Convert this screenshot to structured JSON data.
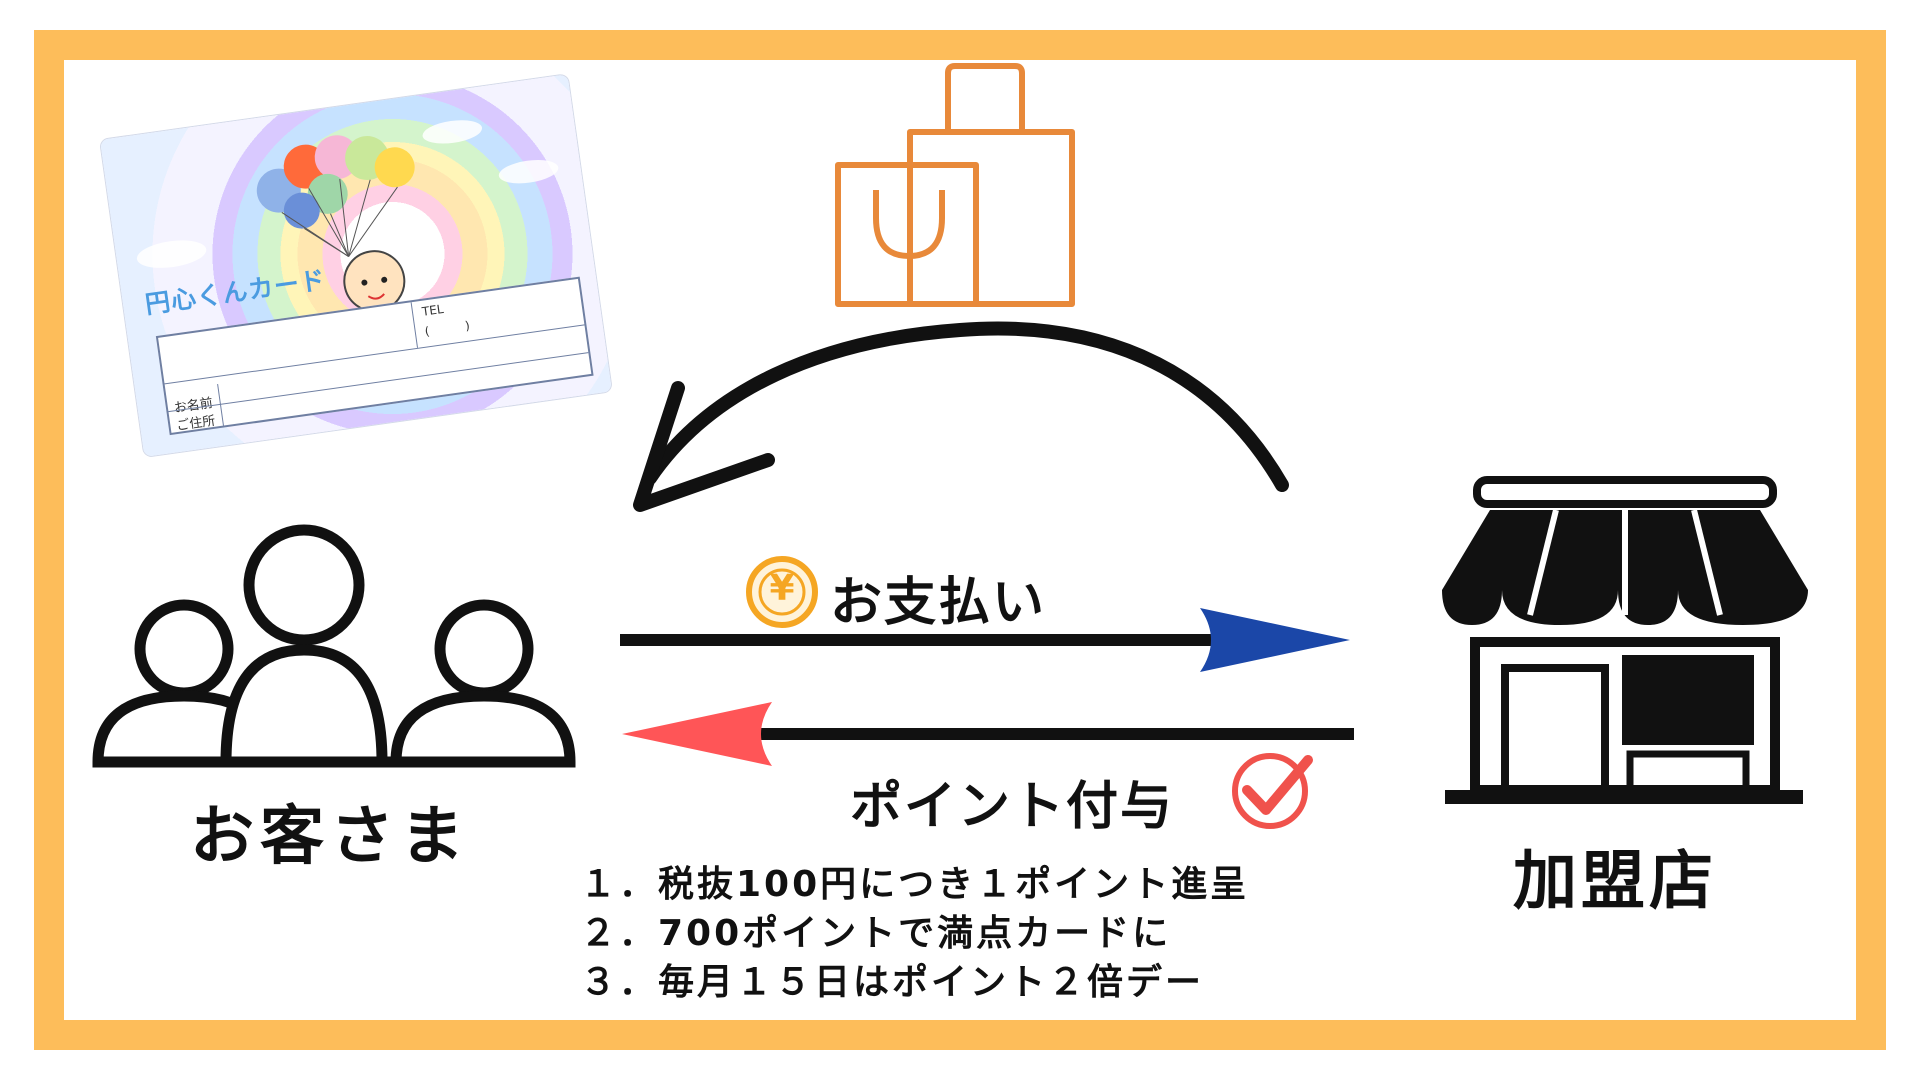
{
  "card": {
    "title": "円心くんカード",
    "tel_label": "TEL",
    "tel_paren": "(　　　)",
    "name_label": "お名前",
    "address_label": "ご住所"
  },
  "customer_label": "お客さま",
  "store_label": "加盟店",
  "payment_label": "お支払い",
  "yen_symbol": "¥",
  "points_label": "ポイント付与",
  "rules": [
    "１．税抜100円につき１ポイント進呈",
    "２．700ポイントで満点カードに",
    "３．毎月１５日はポイント２倍デー"
  ],
  "colors": {
    "frame": "#fdbd5a",
    "bag": "#e8893a",
    "arrow_right_head": "#1b47a8",
    "arrow_left_head": "#ff5557",
    "coin": "#f5a623",
    "check": "#f0524c"
  },
  "icons": [
    "shopping-bag-icon",
    "customers-icon",
    "store-icon",
    "yen-coin-icon",
    "checkmark-icon"
  ]
}
